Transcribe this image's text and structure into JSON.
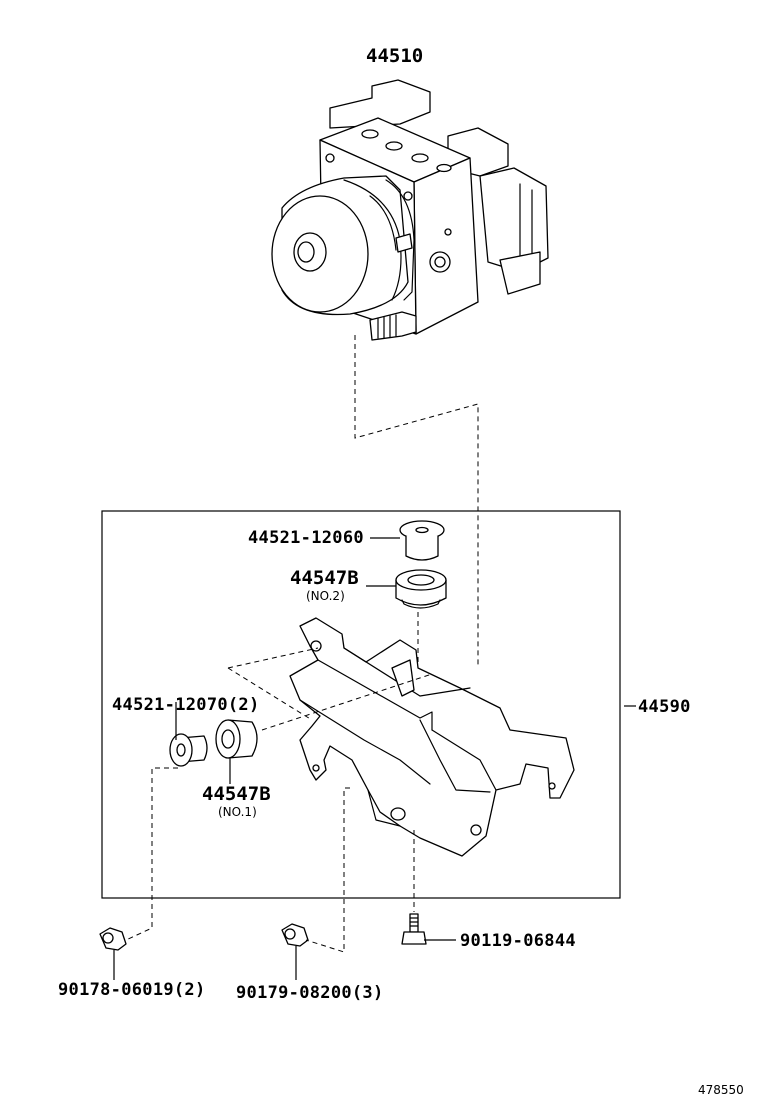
{
  "labels": {
    "actuator": "44510",
    "bracket_assy": "44590",
    "collar_top": "44521-12060",
    "cushion_no2": "44547B",
    "cushion_no2_sub": "(NO.2)",
    "collar_side": "44521-12070(2)",
    "cushion_no1": "44547B",
    "cushion_no1_sub": "(NO.1)",
    "bolt": "90119-06844",
    "nut_left": "90178-06019(2)",
    "nut_mid": "90179-08200(3)",
    "figure_ref": "478550"
  }
}
